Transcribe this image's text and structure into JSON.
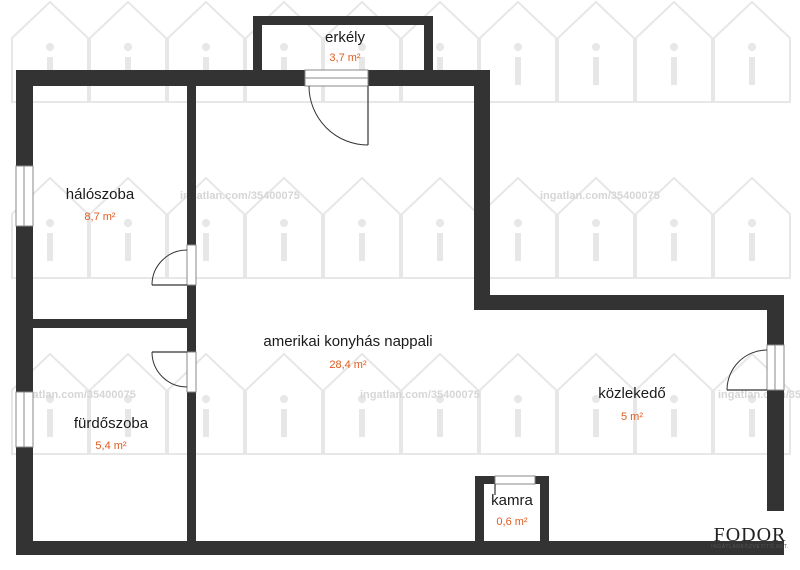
{
  "plan": {
    "rooms": [
      {
        "id": "erkely",
        "name": "erkély",
        "area": "3,7 m²"
      },
      {
        "id": "haloszoba",
        "name": "hálószoba",
        "area": "8,7 m²"
      },
      {
        "id": "nappali",
        "name": "amerikai konyhás nappali",
        "area": "28,4 m²"
      },
      {
        "id": "furdoszoba",
        "name": "fürdőszoba",
        "area": "5,4 m²"
      },
      {
        "id": "kozlekedo",
        "name": "közlekedő",
        "area": "5 m²"
      },
      {
        "id": "kamra",
        "name": "kamra",
        "area": "0,6 m²"
      }
    ],
    "colors": {
      "wall": "#333333",
      "area_text": "#e05a1c",
      "label_text": "#1a1a1a"
    }
  },
  "watermark": {
    "text": "ingatlan.com/35400075"
  },
  "logo": {
    "main": "FODOR",
    "sub": "INGATLANKÖZVETÍTŐ KFT."
  }
}
